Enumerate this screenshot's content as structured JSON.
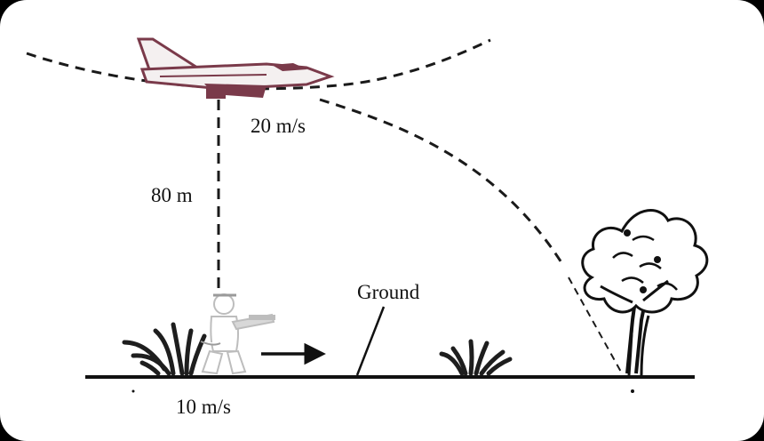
{
  "labels": {
    "plane_speed": "20 m/s",
    "height": "80 m",
    "ground": "Ground",
    "person_speed": "10 m/s"
  },
  "colors": {
    "background": "#000000",
    "paper": "#ffffff",
    "ink": "#111111",
    "plane": "#7a3a4a",
    "plane_fill": "#f4f0f0",
    "bush": "#1e1e1e"
  },
  "icons": {
    "plane": "jet-plane-icon",
    "person": "person-with-gun-icon",
    "tree": "tree-icon",
    "bush": "bush-icon",
    "arrow": "right-arrow-icon"
  }
}
